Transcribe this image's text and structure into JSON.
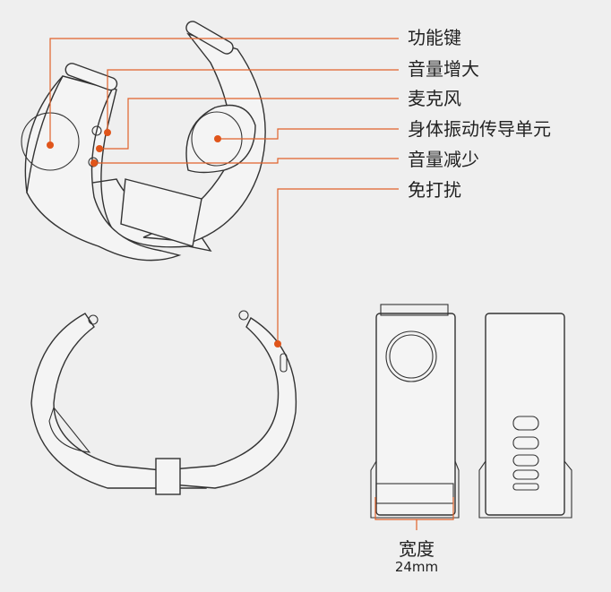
{
  "labels": [
    {
      "id": "function-key",
      "text": "功能键"
    },
    {
      "id": "volume-up",
      "text": "音量增大"
    },
    {
      "id": "microphone",
      "text": "麦克风"
    },
    {
      "id": "bone-conduction-unit",
      "text": "身体振动传导单元"
    },
    {
      "id": "volume-down",
      "text": "音量减少"
    },
    {
      "id": "do-not-disturb",
      "text": "免打扰"
    }
  ],
  "width_dimension": {
    "label": "宽度",
    "value": "24mm"
  },
  "colors": {
    "accent": "#e0622a",
    "background": "#efefef",
    "line": "#333333"
  }
}
